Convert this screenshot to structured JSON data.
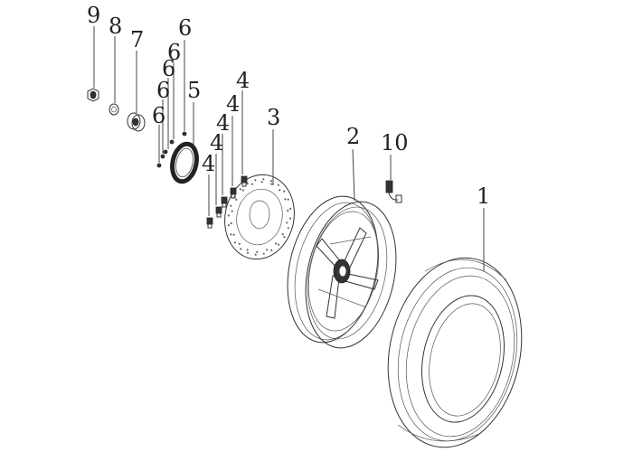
{
  "diagram": {
    "type": "exploded-parts-diagram",
    "callouts": [
      {
        "id": "c1",
        "label": "1"
      },
      {
        "id": "c2",
        "label": "2"
      },
      {
        "id": "c3",
        "label": "3"
      },
      {
        "id": "c4a",
        "label": "4"
      },
      {
        "id": "c4b",
        "label": "4"
      },
      {
        "id": "c4c",
        "label": "4"
      },
      {
        "id": "c4d",
        "label": "4"
      },
      {
        "id": "c4e",
        "label": "4"
      },
      {
        "id": "c5",
        "label": "5"
      },
      {
        "id": "c6a",
        "label": "6"
      },
      {
        "id": "c6b",
        "label": "6"
      },
      {
        "id": "c6c",
        "label": "6"
      },
      {
        "id": "c6d",
        "label": "6"
      },
      {
        "id": "c6e",
        "label": "6"
      },
      {
        "id": "c7",
        "label": "7"
      },
      {
        "id": "c8",
        "label": "8"
      },
      {
        "id": "c9",
        "label": "9"
      },
      {
        "id": "c10",
        "label": "10"
      }
    ],
    "parts": [
      "tire",
      "wheel-rim",
      "brake-disc",
      "disc-bolt",
      "sprocket-ring",
      "small-bolt",
      "bearing-spacer",
      "washer",
      "axle-nut",
      "tire-valve"
    ]
  }
}
